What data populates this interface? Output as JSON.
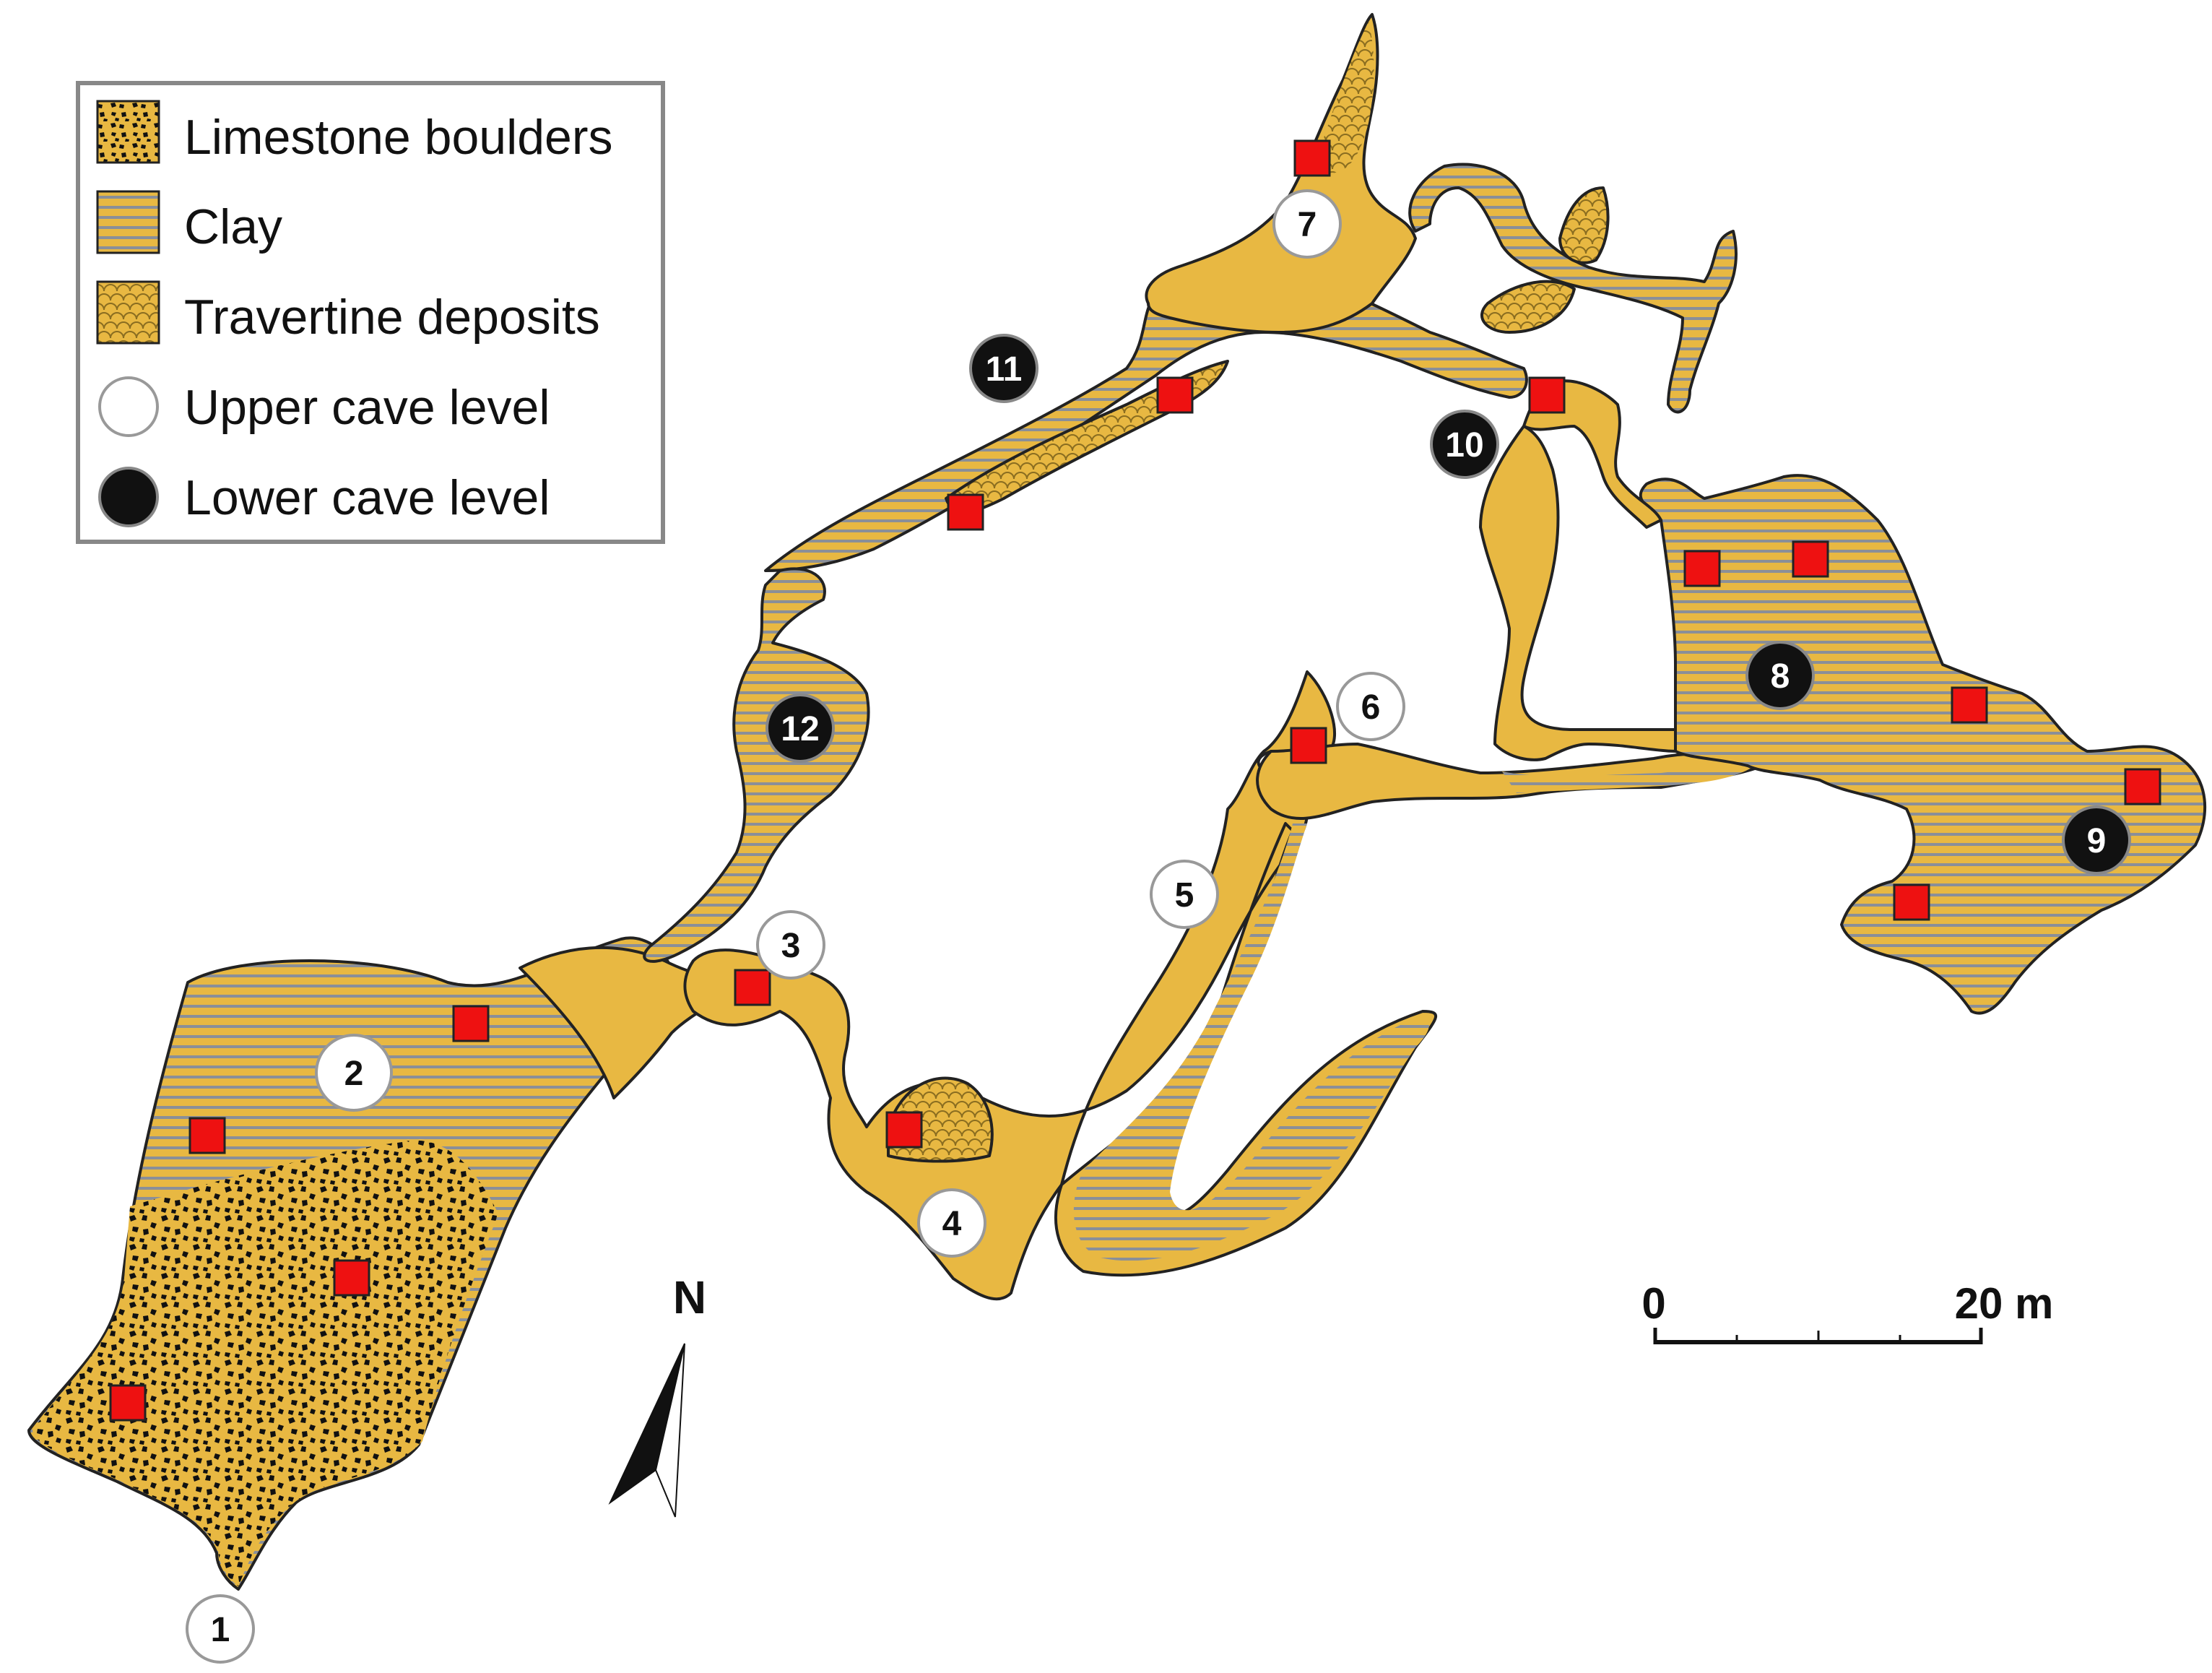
{
  "legend": {
    "items": [
      {
        "key": "boulders",
        "label": "Limestone boulders"
      },
      {
        "key": "clay",
        "label": "Clay"
      },
      {
        "key": "travertine",
        "label": "Travertine deposits"
      },
      {
        "key": "upper",
        "label": "Upper cave level"
      },
      {
        "key": "lower",
        "label": "Lower cave level"
      }
    ]
  },
  "colors": {
    "cave_fill": "#e8b842",
    "clay_stripe": "#7a7f86",
    "boulder": "#111111",
    "sample_marker": "#ee1111",
    "upper_level_fill": "#ffffff",
    "lower_level_fill": "#111111",
    "outline": "#222222"
  },
  "stations": {
    "s1": {
      "label": "1",
      "level": "upper"
    },
    "s2": {
      "label": "2",
      "level": "upper"
    },
    "s3": {
      "label": "3",
      "level": "upper"
    },
    "s4": {
      "label": "4",
      "level": "upper"
    },
    "s5": {
      "label": "5",
      "level": "upper"
    },
    "s6": {
      "label": "6",
      "level": "upper"
    },
    "s7": {
      "label": "7",
      "level": "upper"
    },
    "s8": {
      "label": "8",
      "level": "lower"
    },
    "s9": {
      "label": "9",
      "level": "lower"
    },
    "s10": {
      "label": "10",
      "level": "lower"
    },
    "s11": {
      "label": "11",
      "level": "lower"
    },
    "s12": {
      "label": "12",
      "level": "lower"
    }
  },
  "north_arrow": {
    "label": "N"
  },
  "scale_bar": {
    "start_label": "0",
    "end_label": "20 m"
  }
}
